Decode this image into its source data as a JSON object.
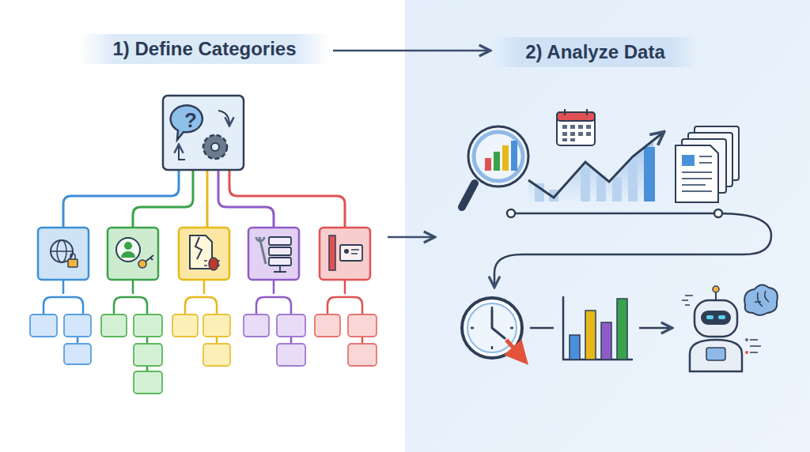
{
  "diagram": {
    "nodes": [
      {
        "text": [
          "1) Define Categories"
        ]
      },
      {
        "text": [
          "2) Analyze Data"
        ]
      }
    ],
    "edges": [
      {
        "from": 0,
        "to": 1,
        "arrow": "to"
      }
    ]
  }
}
